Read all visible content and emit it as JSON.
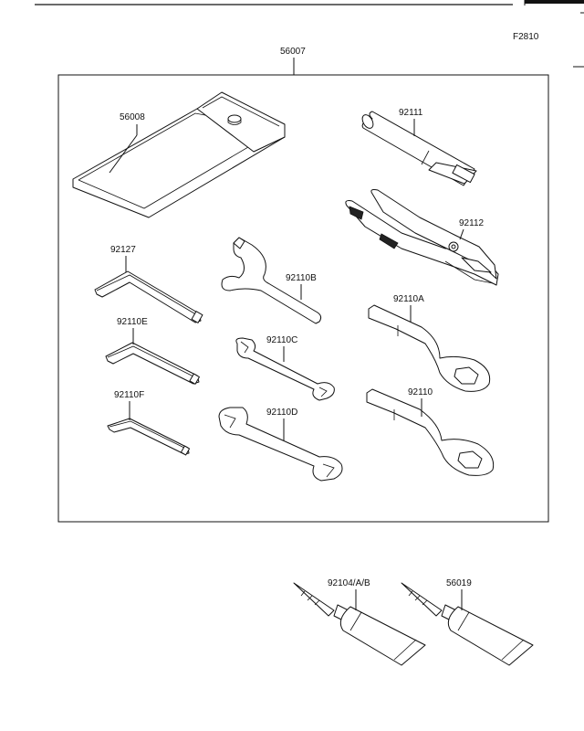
{
  "figure_code": "F2810",
  "kit_label": "56007",
  "parts": {
    "pouch": "56008",
    "extension_bar": "92111",
    "pliers": "92112",
    "hex_wrench_large": "92127",
    "hex_wrench_medium": "92110E",
    "hex_wrench_small": "92110F",
    "hook_wrench": "92110B",
    "open_wrench_small": "92110C",
    "open_wrench_large": "92110D",
    "box_wrench_a": "92110A",
    "box_wrench": "92110",
    "grease_tube_1": "92104/A/B",
    "grease_tube_2": "56019"
  }
}
